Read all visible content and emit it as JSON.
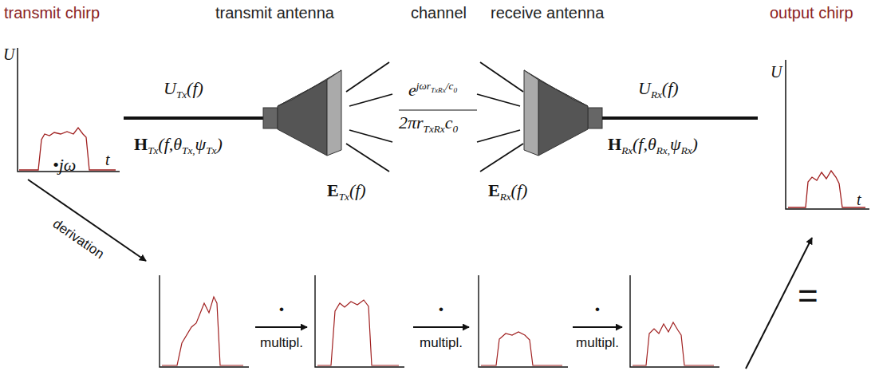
{
  "diagram": {
    "labels": [
      "transmit chirp",
      "transmit antenna",
      "channel",
      "receive antenna",
      "output chirp",
      "U",
      "t",
      "U",
      "Tx",
      "(f)",
      "H",
      "Tx",
      "(f,θ",
      "Tx,",
      "ψ",
      "Tx",
      ")",
      "E",
      "Tx",
      "(f)",
      "e",
      "jωr",
      "TxRx",
      "/c",
      "0",
      "2πr",
      "TxRx",
      "c",
      "0",
      "E",
      "Rx",
      "(f)",
      "U",
      "Rx",
      "(f)",
      "H",
      "Rx",
      "(f,θ",
      "Rx,",
      "ψ",
      "Rx",
      ")",
      "U",
      "t",
      "•jω",
      "derivation",
      "•",
      "multipl.",
      "•",
      "multipl.",
      "•",
      "multipl.",
      "="
    ]
  }
}
